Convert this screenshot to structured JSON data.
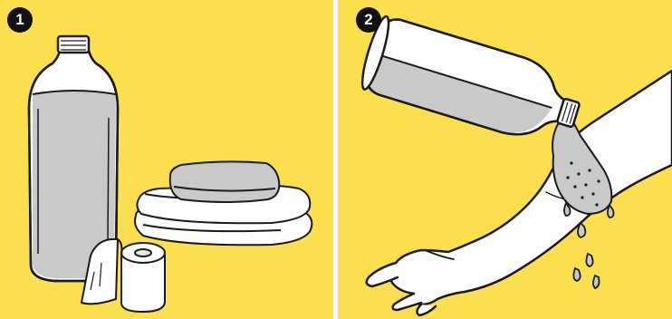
{
  "colors": {
    "background": "#FCDF4E",
    "water": "#C9C9C9",
    "ink": "#1A1A1A",
    "white": "#FFFFFF"
  },
  "steps": [
    {
      "number": "1",
      "illustration": "water-bottle-towels-tape"
    },
    {
      "number": "2",
      "illustration": "pouring-water-on-arm"
    }
  ]
}
